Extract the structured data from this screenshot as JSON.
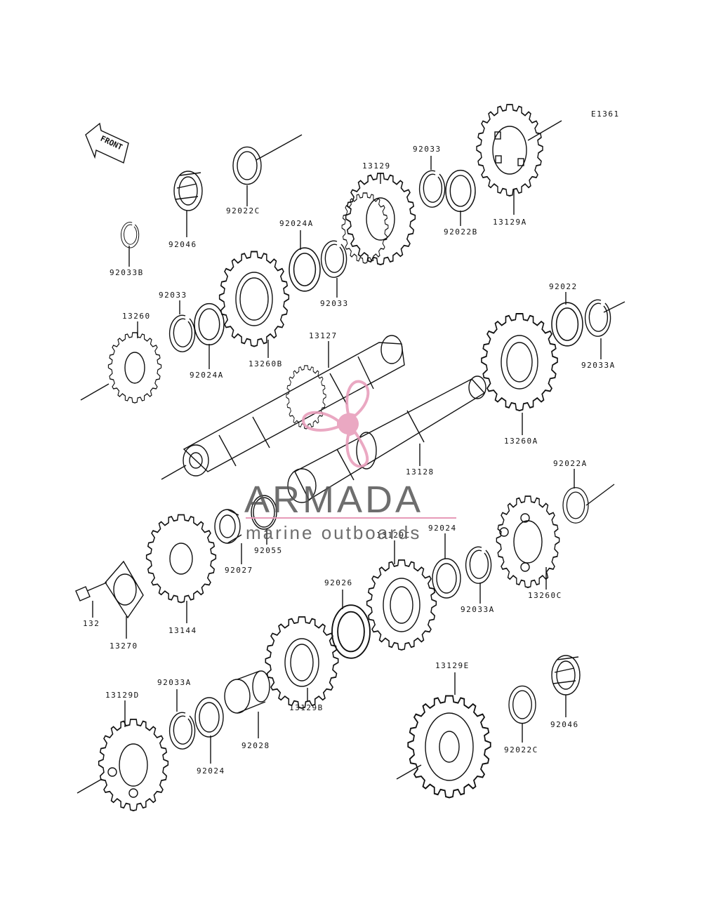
{
  "diagram": {
    "code": "E1361",
    "direction_label": "FRONT",
    "parts": [
      {
        "key": "p92022C_top",
        "label": "92022C"
      },
      {
        "key": "p92046_top",
        "label": "92046"
      },
      {
        "key": "p92033B",
        "label": "92033B"
      },
      {
        "key": "p92033_top",
        "label": "92033"
      },
      {
        "key": "p13129_top",
        "label": "13129"
      },
      {
        "key": "p92022B",
        "label": "92022B"
      },
      {
        "key": "p13129A",
        "label": "13129A"
      },
      {
        "key": "p92024A_top",
        "label": "92024A"
      },
      {
        "key": "p92033_mid",
        "label": "92033"
      },
      {
        "key": "p92033_left",
        "label": "92033"
      },
      {
        "key": "p13260",
        "label": "13260"
      },
      {
        "key": "p92024A_left",
        "label": "92024A"
      },
      {
        "key": "p13260B",
        "label": "13260B"
      },
      {
        "key": "p13127",
        "label": "13127"
      },
      {
        "key": "p92022",
        "label": "92022"
      },
      {
        "key": "p92033A_right",
        "label": "92033A"
      },
      {
        "key": "p13260A",
        "label": "13260A"
      },
      {
        "key": "p13128",
        "label": "13128"
      },
      {
        "key": "p92022A",
        "label": "92022A"
      },
      {
        "key": "p92055",
        "label": "92055"
      },
      {
        "key": "p92027",
        "label": "92027"
      },
      {
        "key": "p13129C",
        "label": "13129C"
      },
      {
        "key": "p92024_mid",
        "label": "92024"
      },
      {
        "key": "p92033A_mid",
        "label": "92033A"
      },
      {
        "key": "p13260C",
        "label": "13260C"
      },
      {
        "key": "p92026",
        "label": "92026"
      },
      {
        "key": "p132",
        "label": "132"
      },
      {
        "key": "p13270",
        "label": "13270"
      },
      {
        "key": "p13144",
        "label": "13144"
      },
      {
        "key": "p13129D",
        "label": "13129D"
      },
      {
        "key": "p92033A_low",
        "label": "92033A"
      },
      {
        "key": "p92024_low",
        "label": "92024"
      },
      {
        "key": "p92028",
        "label": "92028"
      },
      {
        "key": "p13129B",
        "label": "13129B"
      },
      {
        "key": "p13129E",
        "label": "13129E"
      },
      {
        "key": "p92022C_low",
        "label": "92022C"
      },
      {
        "key": "p92046_low",
        "label": "92046"
      }
    ]
  },
  "watermark": {
    "title": "ARMADA",
    "subtitle": "marine outboards",
    "accent_color": "#e79ab8"
  }
}
